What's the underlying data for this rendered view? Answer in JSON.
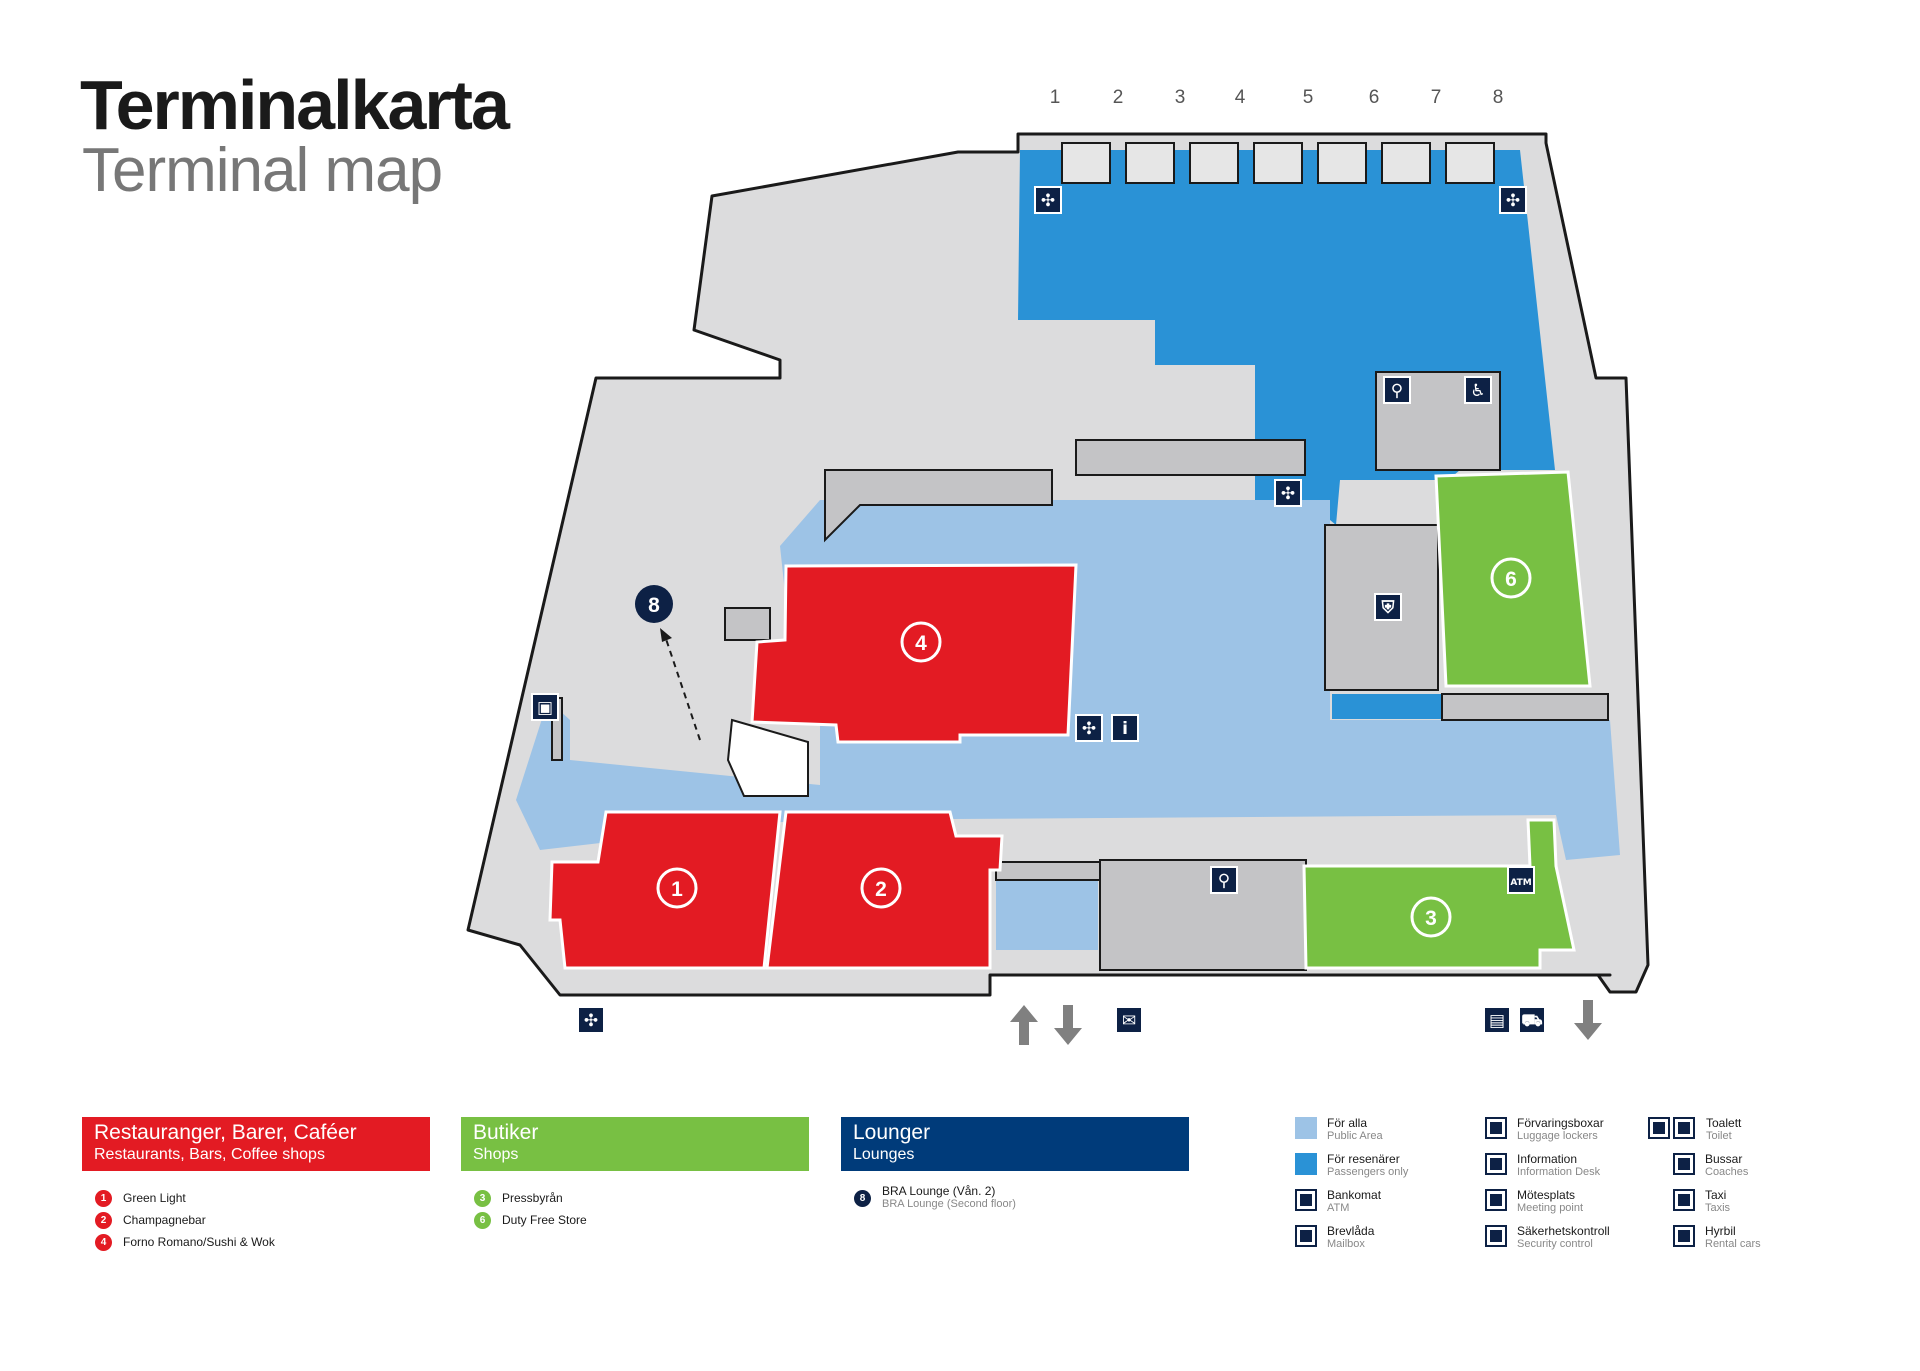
{
  "title": {
    "sv": "Terminalkarta",
    "en": "Terminal map"
  },
  "gates": [
    "1",
    "2",
    "3",
    "4",
    "5",
    "6",
    "7",
    "8"
  ],
  "zone_numbers": [
    "1",
    "2",
    "3",
    "4",
    "6",
    "8"
  ],
  "colors": {
    "restaurants": "#e31b23",
    "shops": "#78c043",
    "lounges": "#003b7a",
    "public_area": "#9dc3e6",
    "passengers_only": "#2a92d6",
    "building": "#dcdcdd",
    "wall": "#c4c4c6",
    "icon": "#0d2145"
  },
  "map_icons": [
    "meeting-point-icon",
    "info-icon",
    "wc-icon",
    "accessible-wc-icon",
    "atm-icon",
    "security-control-icon",
    "luggage-lockers-icon",
    "mailbox-icon",
    "bus-icon",
    "taxi-icon",
    "arrow-up-icon",
    "arrow-down-icon"
  ],
  "categories": [
    {
      "title": "Restauranger, Barer, Caféer",
      "subtitle": "Restaurants, Bars, Coffee shops",
      "color": "#e31b23",
      "items": [
        {
          "num": "1",
          "name": "Green Light"
        },
        {
          "num": "2",
          "name": "Champagnebar"
        },
        {
          "num": "4",
          "name": "Forno Romano/Sushi & Wok"
        }
      ]
    },
    {
      "title": "Butiker",
      "subtitle": "Shops",
      "color": "#78c043",
      "items": [
        {
          "num": "3",
          "name": "Pressbyrån"
        },
        {
          "num": "6",
          "name": "Duty Free Store"
        }
      ]
    },
    {
      "title": "Lounger",
      "subtitle": "Lounges",
      "color": "#003b7a",
      "items": [
        {
          "num": "8",
          "name": "BRA Lounge (Vån. 2)",
          "sub": "BRA Lounge (Second floor)"
        }
      ]
    }
  ],
  "legend": [
    {
      "sv": "För alla",
      "en": "Public Area",
      "icon": "public-area-swatch"
    },
    {
      "sv": "För resenärer",
      "en": "Passengers only",
      "icon": "passengers-swatch"
    },
    {
      "sv": "Bankomat",
      "en": "ATM",
      "icon": "atm-icon"
    },
    {
      "sv": "Brevlåda",
      "en": "Mailbox",
      "icon": "mailbox-icon"
    },
    {
      "sv": "Förvaringsboxar",
      "en": "Luggage lockers",
      "icon": "luggage-lockers-icon"
    },
    {
      "sv": "Information",
      "en": "Information Desk",
      "icon": "info-icon"
    },
    {
      "sv": "Mötesplats",
      "en": "Meeting point",
      "icon": "meeting-point-icon"
    },
    {
      "sv": "Säkerhetskontroll",
      "en": "Security control",
      "icon": "security-control-icon"
    },
    {
      "sv": "Toalett",
      "en": "Toilet",
      "icon": "toilet-icon"
    },
    {
      "sv": "Bussar",
      "en": "Coaches",
      "icon": "bus-icon"
    },
    {
      "sv": "Taxi",
      "en": "Taxis",
      "icon": "taxi-icon"
    },
    {
      "sv": "Hyrbil",
      "en": "Rental cars",
      "icon": "rental-car-icon"
    }
  ]
}
